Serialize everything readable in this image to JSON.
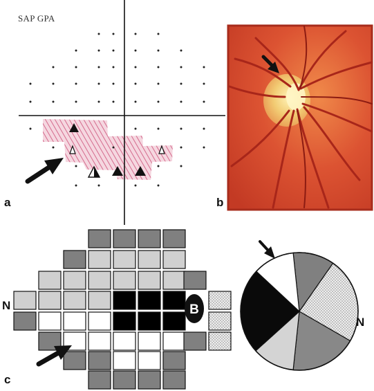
{
  "panel_a": {
    "title": "SAP GPA",
    "letter": "a"
  },
  "panel_b": {
    "letter": "b",
    "description_colors": {
      "fundus": "#d8452c",
      "disc": "#f3d889"
    }
  },
  "panel_c": {
    "letter": "c",
    "nasal_label_left": "N",
    "nasal_label_right": "N",
    "blind_spot_label": "B"
  },
  "colors": {
    "hatch": "#d46a8c",
    "dark_gray": "#808080",
    "light_gray": "#d0d0d0",
    "black": "#000000",
    "white": "#ffffff",
    "dotted": "#e0e0e0"
  },
  "arrow_icons": [
    "arrow-a",
    "arrow-b",
    "arrow-c",
    "arrow-pie"
  ]
}
